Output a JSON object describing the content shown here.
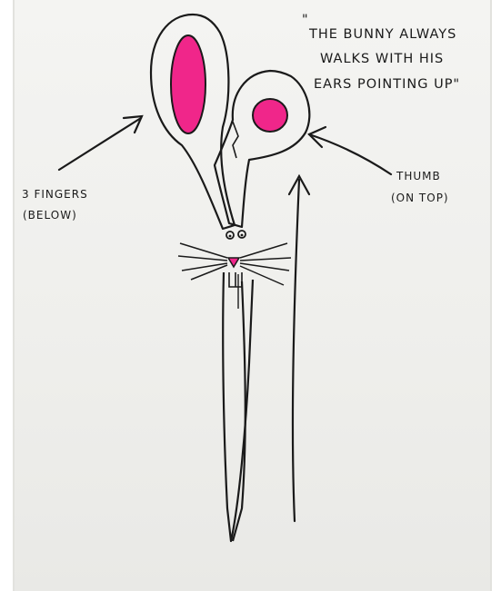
{
  "note": {
    "quote_open": "\"",
    "line1": "THE BUNNY ALWAYS",
    "line2": "WALKS WITH HIS",
    "line3": "EARS POINTING UP\""
  },
  "left_label": {
    "line1": "3 FINGERS",
    "line2": "(BELOW)"
  },
  "right_label": {
    "line1": "THUMB",
    "line2": "(ON TOP)"
  },
  "colors": {
    "ink": "#1a1a1a",
    "ear_pink": "#f0268a",
    "nose_pink": "#f0268a",
    "board": "#f0f0ed"
  },
  "icons": [
    "scissors-bunny-drawing",
    "arrow-left",
    "arrow-right",
    "arrow-up"
  ]
}
